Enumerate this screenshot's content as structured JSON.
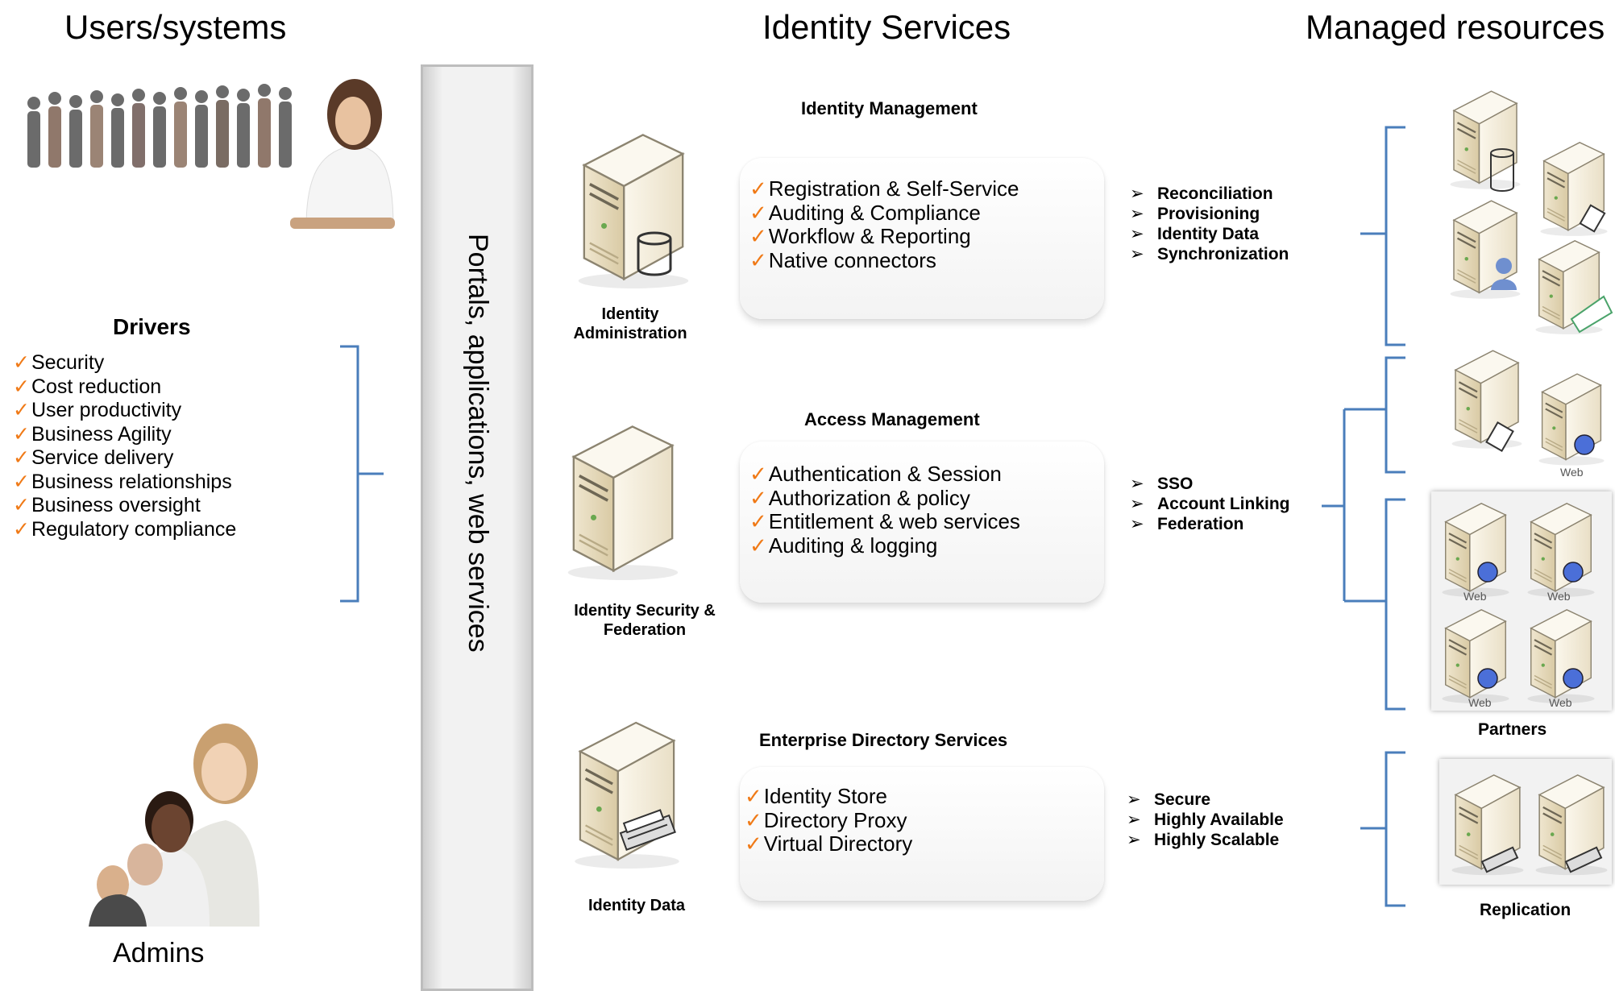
{
  "columns": {
    "users": "Users/systems",
    "identity": "Identity Services",
    "resources": "Managed resources"
  },
  "drivers": {
    "title": "Drivers",
    "items": [
      "Security",
      "Cost reduction",
      "User productivity",
      "Business Agility",
      "Service delivery",
      "Business relationships",
      "Business oversight",
      "Regulatory compliance"
    ]
  },
  "admins_label": "Admins",
  "portal_label": "Portals, applications, web services",
  "check_glyph": "✓",
  "services": [
    {
      "title": "Identity Management",
      "server_label": "Identity Administration",
      "features": [
        "Registration & Self-Service",
        "Auditing & Compliance",
        "Workflow & Reporting",
        "Native connectors"
      ],
      "bullets": [
        "Reconciliation",
        "Provisioning",
        "Identity Data",
        "Synchronization"
      ]
    },
    {
      "title": "Access Management",
      "server_label": "Identity Security & Federation",
      "features": [
        "Authentication & Session",
        "Authorization & policy",
        "Entitlement & web services",
        "Auditing & logging"
      ],
      "bullets": [
        "SSO",
        "Account Linking",
        "Federation"
      ]
    },
    {
      "title": "Enterprise Directory Services",
      "server_label": "Identity Data",
      "features": [
        "Identity Store",
        "Directory Proxy",
        "Virtual Directory"
      ],
      "bullets": [
        "Secure",
        "Highly Available",
        "Highly Scalable"
      ]
    }
  ],
  "resources": {
    "web_label": "Web",
    "partners_label": "Partners",
    "replication_label": "Replication"
  },
  "colors": {
    "check": "#f07a17",
    "brace": "#4a7ebb",
    "server_body": "#e8dcc0",
    "globe": "#4b6fd8"
  },
  "icons": [
    "server-icon",
    "database-icon",
    "user-icon",
    "globe-icon",
    "printer-icon",
    "people-photo"
  ]
}
